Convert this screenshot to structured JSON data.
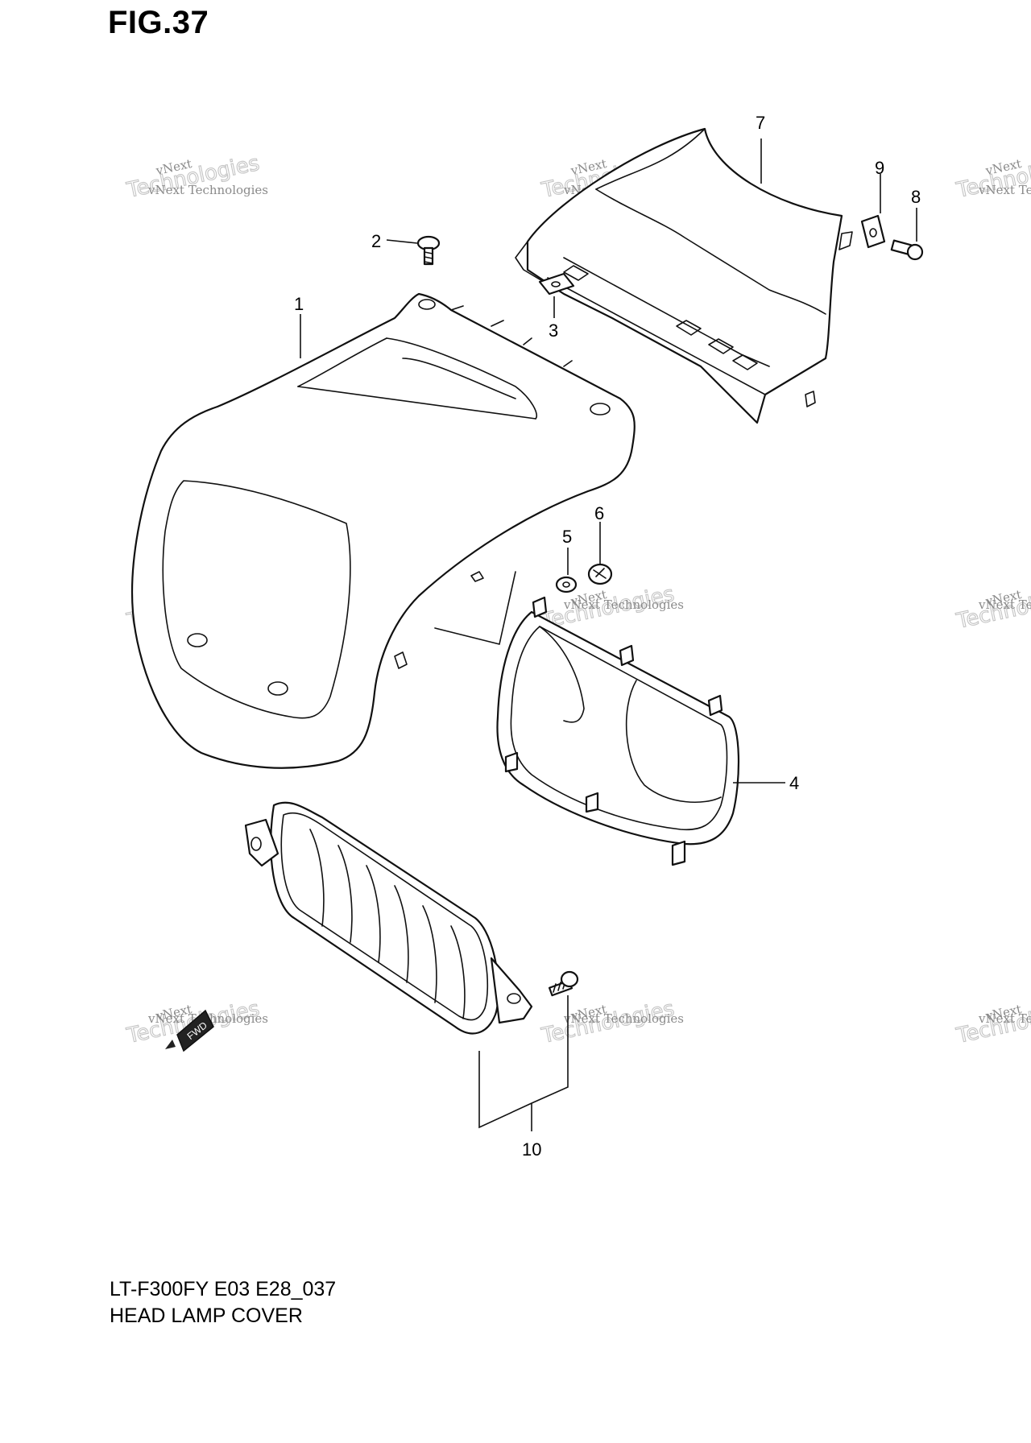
{
  "figure": {
    "label": "FIG.37"
  },
  "footer": {
    "model_code": "LT-F300FY E03 E28_037",
    "assembly_name": "HEAD LAMP COVER"
  },
  "callouts": [
    {
      "id": "1",
      "part": "head-lamp-cover"
    },
    {
      "id": "2",
      "part": "screw"
    },
    {
      "id": "3",
      "part": "clip-nut"
    },
    {
      "id": "4",
      "part": "head-lamp-housing"
    },
    {
      "id": "5",
      "part": "washer"
    },
    {
      "id": "6",
      "part": "grommet"
    },
    {
      "id": "7",
      "part": "rear-cover"
    },
    {
      "id": "8",
      "part": "screw"
    },
    {
      "id": "9",
      "part": "clip-nut"
    },
    {
      "id": "10",
      "part": "front-grille-set"
    }
  ],
  "grille": {
    "fwd_label": "FWD"
  },
  "watermark": {
    "line1": "vNext",
    "line2": "vNext Technologies",
    "line3": "Technologies"
  }
}
